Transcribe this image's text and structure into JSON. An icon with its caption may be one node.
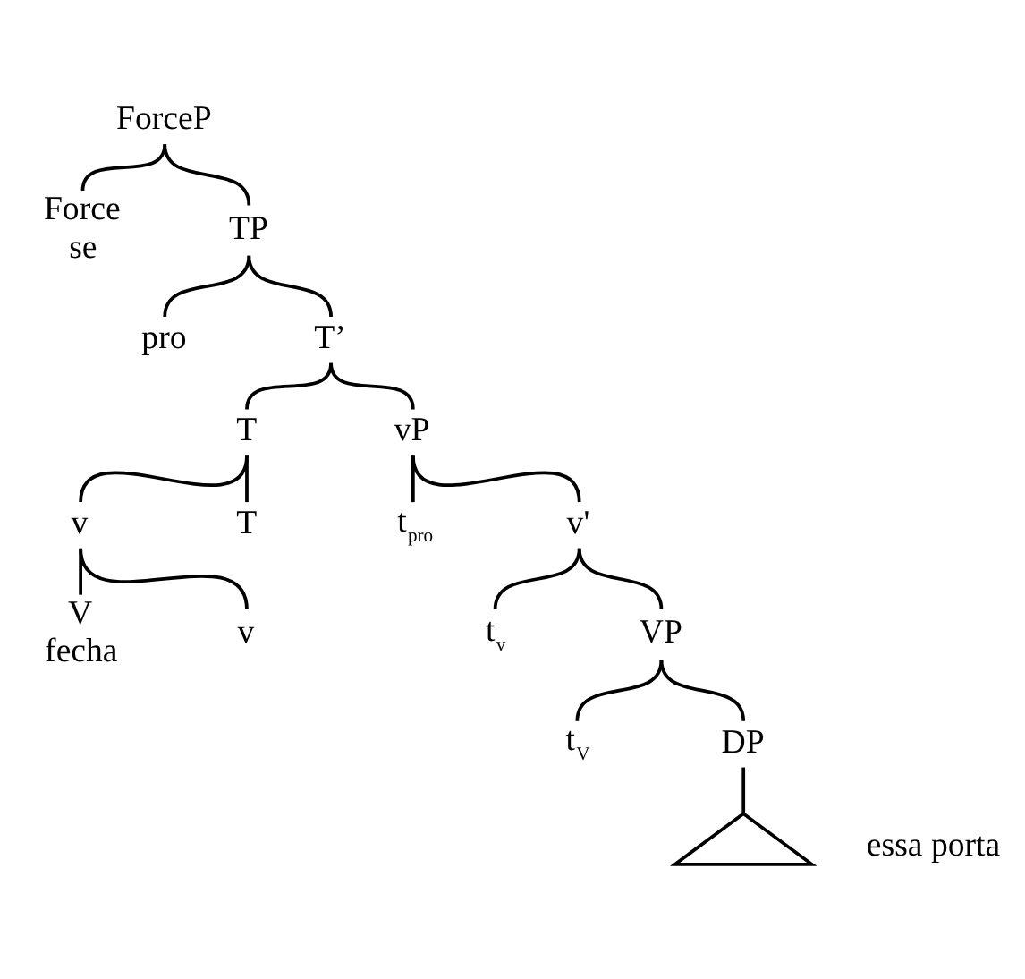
{
  "diagram": {
    "nodes": [
      {
        "text": [
          "ForceP"
        ]
      },
      {
        "text": [
          "Force",
          "se"
        ]
      },
      {
        "text": [
          "TP"
        ]
      },
      {
        "text": [
          "pro"
        ]
      },
      {
        "text": [
          "T’"
        ]
      },
      {
        "text": [
          "T"
        ]
      },
      {
        "text": [
          "vP"
        ]
      },
      {
        "text": [
          "v"
        ]
      },
      {
        "text": [
          "T"
        ]
      },
      {
        "text": [
          "t$_{pro}$"
        ]
      },
      {
        "text": [
          "v'"
        ]
      },
      {
        "text": [
          "V",
          "fecha"
        ]
      },
      {
        "text": [
          "v"
        ]
      },
      {
        "text": [
          "t$_{v}$"
        ]
      },
      {
        "text": [
          "VP"
        ]
      },
      {
        "text": [
          "t$_{V}$"
        ]
      },
      {
        "text": [
          "DP"
        ]
      },
      {
        "text": [],
        "shape": "triangle",
        "beside": [
          "essa porta"
        ]
      }
    ],
    "edges": [
      {
        "from": 0,
        "to": 1,
        "arrow": "none"
      },
      {
        "from": 0,
        "to": 2,
        "arrow": "none"
      },
      {
        "from": 2,
        "to": 3,
        "arrow": "none"
      },
      {
        "from": 2,
        "to": 4,
        "arrow": "none"
      },
      {
        "from": 4,
        "to": 5,
        "arrow": "none"
      },
      {
        "from": 4,
        "to": 6,
        "arrow": "none"
      },
      {
        "from": 5,
        "to": 7,
        "arrow": "none"
      },
      {
        "from": 5,
        "to": 8,
        "arrow": "none"
      },
      {
        "from": 6,
        "to": 9,
        "arrow": "none"
      },
      {
        "from": 6,
        "to": 10,
        "arrow": "none"
      },
      {
        "from": 7,
        "to": 11,
        "arrow": "none"
      },
      {
        "from": 7,
        "to": 12,
        "arrow": "none"
      },
      {
        "from": 10,
        "to": 13,
        "arrow": "none"
      },
      {
        "from": 10,
        "to": 14,
        "arrow": "none"
      },
      {
        "from": 14,
        "to": 15,
        "arrow": "none"
      },
      {
        "from": 14,
        "to": 16,
        "arrow": "none"
      },
      {
        "from": 16,
        "to": 17,
        "arrow": "none"
      }
    ]
  }
}
